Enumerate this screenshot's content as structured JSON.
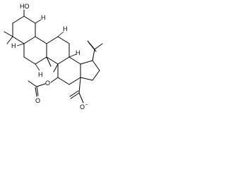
{
  "structure": {
    "atoms": {
      "hydroxyl": "HO",
      "acetoxy_oxygen": "O",
      "carbonyl_oxygen_ester": "O",
      "carboxylate_oxygen": "O",
      "carboxylate_charge": "-"
    },
    "stereo_h": {
      "h1": "H",
      "h2": "H",
      "h3": "H",
      "h4": "H",
      "h5": "H"
    }
  }
}
